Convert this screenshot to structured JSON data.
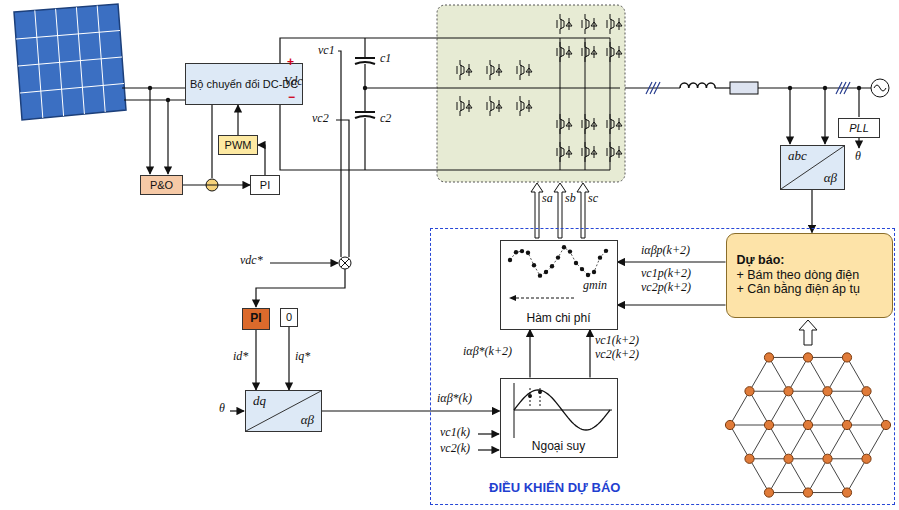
{
  "diagram": {
    "nodes": [
      {
        "text": [
          "Bộ chuyển đổi DC-DC"
        ]
      },
      {
        "text": [
          "PWM"
        ]
      },
      {
        "text": [
          "P&O"
        ]
      },
      {
        "text": [
          "PI"
        ]
      },
      {
        "text": [
          "PI"
        ]
      },
      {
        "text": [
          "0"
        ]
      },
      {
        "text": [
          "dq",
          "αβ"
        ]
      },
      {
        "text": [
          "abc",
          "αβ"
        ]
      },
      {
        "text": [
          "PLL"
        ]
      },
      {
        "text": [
          "ĐIỀU KHIỂN DỰ BÁO"
        ]
      },
      {
        "text": [
          "Hàm chi phí"
        ],
        "in": 9
      },
      {
        "text": [
          "Ngoại suy"
        ],
        "in": 9
      },
      {
        "text": [
          "Dự báo:",
          "+ Bám theo dòng điện",
          "+ Cân bằng điện áp tụ"
        ],
        "in": 9
      }
    ],
    "edges": [
      {
        "from": 2,
        "to": 3,
        "arrow": "to"
      },
      {
        "from": 3,
        "to": 1,
        "arrow": "to"
      },
      {
        "from": 1,
        "to": 0,
        "arrow": "to"
      },
      {
        "from": 4,
        "to": 6,
        "label": "id*",
        "arrow": "to"
      },
      {
        "from": 5,
        "to": 6,
        "label": "iq*",
        "arrow": "to"
      },
      {
        "from": 6,
        "to": 11,
        "label": "iαβ*(k)",
        "arrow": "to"
      },
      {
        "from": 11,
        "to": 10,
        "label": "iαβ*(k+2)",
        "arrow": "to"
      },
      {
        "from": 11,
        "to": 10,
        "label": "vc1(k+2) vc2(k+2)",
        "arrow": "to"
      },
      {
        "from": 12,
        "to": 10,
        "label": "iαβp(k+2)",
        "arrow": "to"
      },
      {
        "from": 12,
        "to": 10,
        "label": "vc1p(k+2) vc2p(k+2)",
        "arrow": "to"
      },
      {
        "from": 7,
        "to": 12,
        "arrow": "to"
      }
    ],
    "labels": [
      "+",
      "Vdc",
      "−",
      "vc1",
      "c1",
      "vc2",
      "c2",
      "vdc*",
      "sa",
      "sb",
      "sc",
      "θ",
      "θ",
      "vc1(k)",
      "vc2(k)",
      "gmin"
    ]
  }
}
